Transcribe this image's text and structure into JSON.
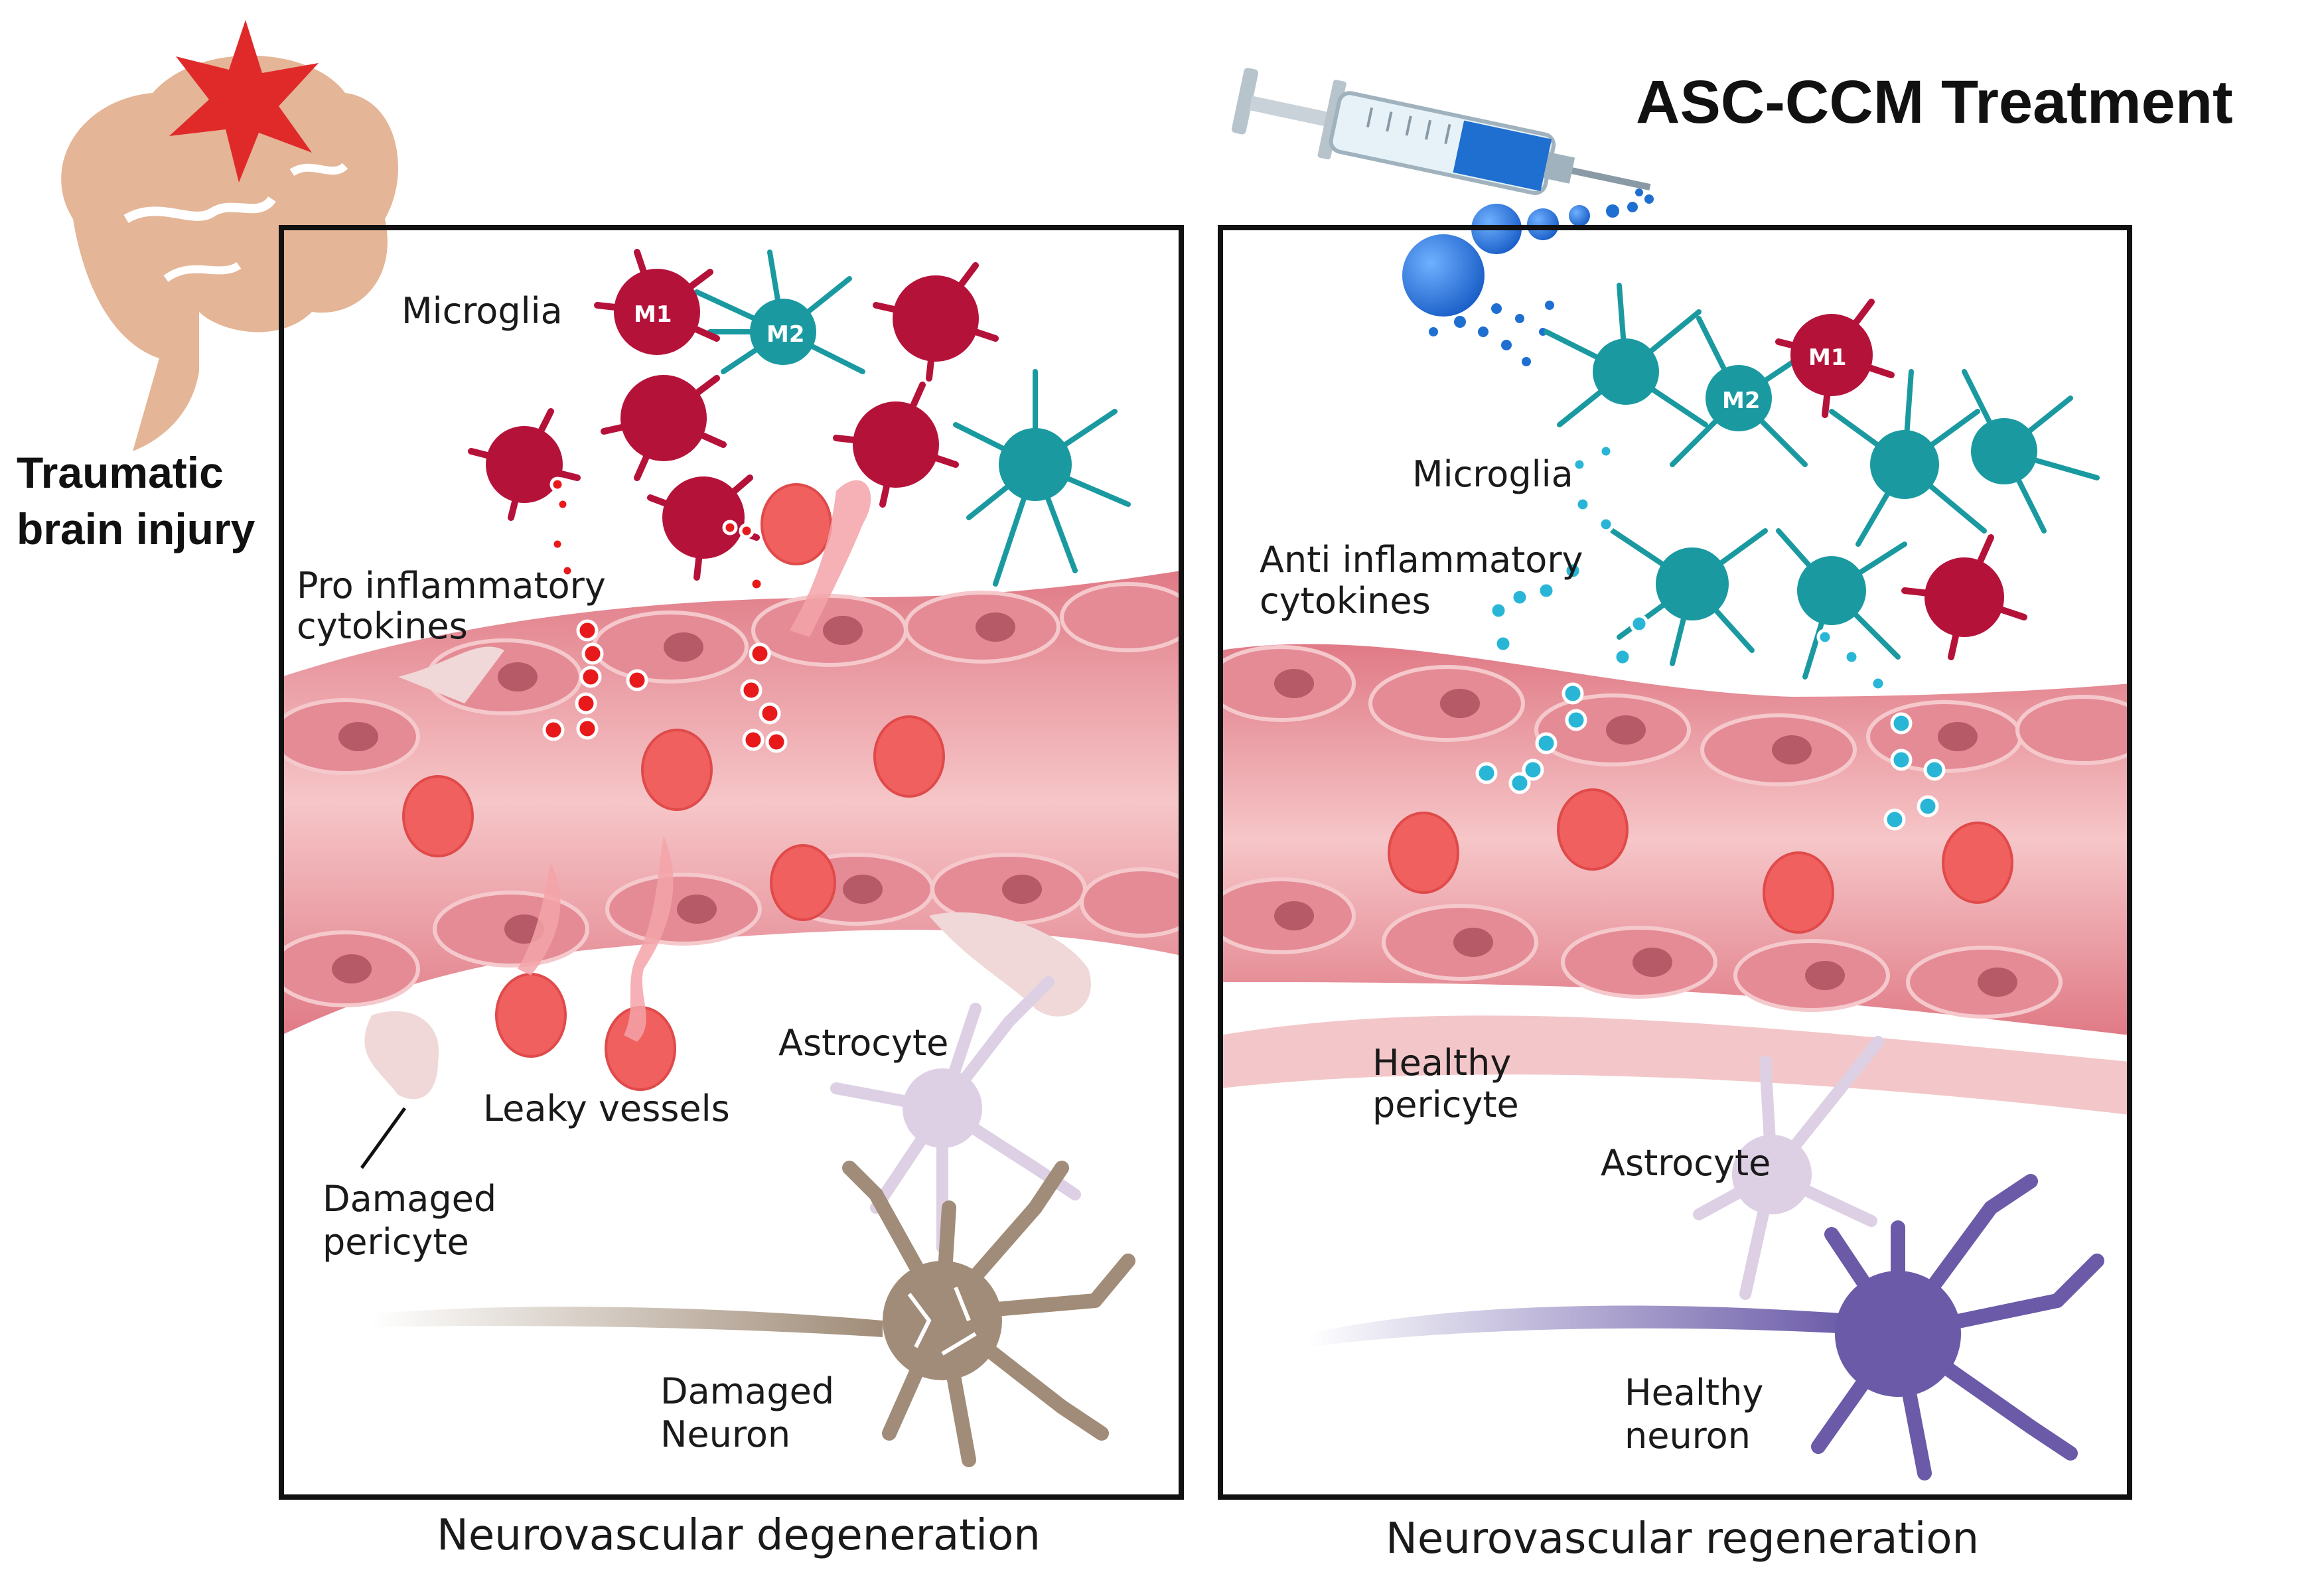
{
  "header": {
    "injury_title_line1": "Traumatic",
    "injury_title_line2": "brain injury",
    "treatment_title": "ASC-CCM Treatment"
  },
  "left_panel": {
    "caption": "Neurovascular degeneration",
    "microglia": "Microglia",
    "m1_tag": "M1",
    "m2_tag": "M2",
    "cytokines_line1": "Pro inflammatory",
    "cytokines_line2": "cytokines",
    "leaky_vessels": "Leaky vessels",
    "astrocyte": "Astrocyte",
    "pericyte_line1": "Damaged",
    "pericyte_line2": "pericyte",
    "neuron_line1": "Damaged",
    "neuron_line2": "Neuron"
  },
  "right_panel": {
    "caption": "Neurovascular regeneration",
    "microglia": "Microglia",
    "m1_tag": "M1",
    "m2_tag": "M2",
    "cytokines_line1": "Anti inflammatory",
    "cytokines_line2": "cytokines",
    "pericyte_line1": "Healthy",
    "pericyte_line2": "pericyte",
    "astrocyte": "Astrocyte",
    "neuron_line1": "Healthy",
    "neuron_line2": "neuron"
  },
  "colors": {
    "m1_microglia": "#b5123a",
    "m2_microglia": "#1a9aa0",
    "vessel": "#e8909a",
    "red_cell": "#f0605f",
    "damaged_neuron": "#a08c78",
    "healthy_neuron": "#6a5aa8",
    "astrocyte": "#ddd0e4",
    "brain": "#e4b596",
    "injury_star": "#e02a2a",
    "anti_cytokine": "#29b6d6",
    "syringe_fluid": "#1f6fd0"
  }
}
